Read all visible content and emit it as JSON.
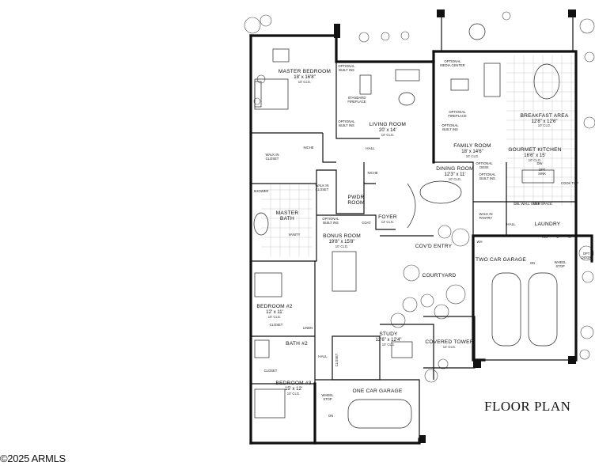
{
  "title": "FLOOR PLAN",
  "copyright": "©2025 ARMLS",
  "rooms": {
    "master_bedroom": {
      "name": "MASTER BEDROOM",
      "dim": "18' x 16'8\"",
      "clg": "10' CLG."
    },
    "living_room": {
      "name": "LIVING ROOM",
      "dim": "20' x 14'",
      "clg": "10' CLG."
    },
    "breakfast_area": {
      "name": "BREAKFAST AREA",
      "dim": "12'8\" x 12'6\"",
      "clg": "10' CLG."
    },
    "family_room": {
      "name": "FAMILY ROOM",
      "dim": "18' x 14'6\"",
      "clg": "10' CLG."
    },
    "gourmet_kitchen": {
      "name": "GOURMET KITCHEN",
      "dim": "16'6\" x 15'",
      "clg": "10' CLG."
    },
    "dining_room": {
      "name": "DINING ROOM",
      "dim": "12'3\" x 11'",
      "clg": "10' CLG."
    },
    "master_bath": {
      "name": "MASTER",
      "name2": "BATH"
    },
    "pwdr_room": {
      "name": "PWDR",
      "name2": "ROOM"
    },
    "foyer": {
      "name": "FOYER",
      "clg": "14' CLG."
    },
    "bonus_room": {
      "name": "BONUS ROOM",
      "dim": "19'8\" x 15'8\"",
      "clg": "10' CLG."
    },
    "covd_entry": {
      "name": "COV'D ENTRY"
    },
    "two_car_garage": {
      "name": "TWO CAR GARAGE"
    },
    "courtyard": {
      "name": "COURTYARD"
    },
    "bedroom2": {
      "name": "BEDROOM #2",
      "dim": "12' x 11'",
      "clg": "10' CLG."
    },
    "study": {
      "name": "STUDY",
      "dim": "12'6\" x 12'4\"",
      "clg": "10' CLG."
    },
    "covered_tower": {
      "name": "COVERED TOWER",
      "clg": "12' CLG."
    },
    "bath2": {
      "name": "BATH #2"
    },
    "bedroom3": {
      "name": "BEDROOM #3",
      "dim": "15' x 12'",
      "clg": "10' CLG."
    },
    "one_car_garage": {
      "name": "ONE CAR GARAGE"
    },
    "laundry": {
      "name": "LAUNDRY"
    }
  },
  "labels": {
    "optional_built_ins_1": "OPTIONAL",
    "optional_built_ins_1b": "BUILT INS",
    "standard_fireplace_1": "STANDARD",
    "standard_fireplace_2": "FIREPLACE",
    "optional_built_ins_2": "OPTIONAL",
    "optional_built_ins_2b": "BUILT INS",
    "optional_media_center_1": "OPTIONAL",
    "optional_media_center_2": "MEDIA CENTER",
    "optional_fireplace_1": "OPTIONAL",
    "optional_fireplace_2": "FIREPLACE",
    "optional_built_ins_3": "OPTIONAL",
    "optional_built_ins_3b": "BUILT INS",
    "hall_top": "HALL",
    "niche_1": "NICHE",
    "niche_2": "NICHE",
    "walk_in_closet_1": "WALK IN",
    "walk_in_closet_1b": "CLOSET",
    "walk_in_closet_2": "WALK IN",
    "walk_in_closet_2b": "CLOSET",
    "shower": "SHOWER",
    "vanity": "VANITY",
    "optional_desk_1": "OPTIONAL",
    "optional_desk_2": "DESK",
    "optional_built_ins_4": "OPTIONAL",
    "optional_built_ins_4b": "BUILT INS",
    "dw": "DW",
    "opt_sink_1": "OPT",
    "opt_sink_2": "SINK",
    "cooktop": "COOK TOP",
    "dbl_wall_ovens": "DBL WALL OVEN",
    "ref_space": "REF SPACE",
    "walk_in_pantry_1": "WALK IN",
    "walk_in_pantry_2": "PANTRY",
    "hall_kitchen": "HALL",
    "tub": "TUB",
    "d": "D",
    "w": "W",
    "opt_door_1": "OPT",
    "opt_door_2": "DOOR",
    "optional_built_ins_5": "OPTIONAL",
    "optional_built_ins_5b": "BUILT INS",
    "coat": "COAT",
    "on": "ON",
    "wheel_stop_1": "WHEEL",
    "wheel_stop_1b": "STOP",
    "wh": "WH",
    "closet_bed2": "CLOSET",
    "linen": "LINEN",
    "hall_left": "HALL",
    "closet_study": "CLOSET",
    "closet_bed3": "CLOSET",
    "wheel_stop_2": "WHEEL",
    "wheel_stop_2b": "STOP",
    "on_2": "ON"
  }
}
